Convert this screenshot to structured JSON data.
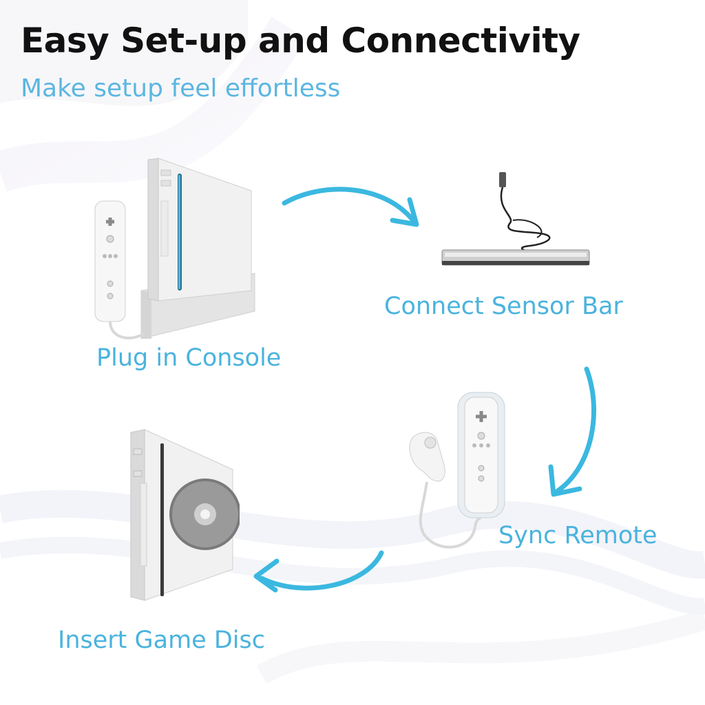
{
  "header": {
    "title": "Easy Set-up and Connectivity",
    "subtitle": "Make setup feel effortless"
  },
  "colors": {
    "accent": "#3bb8e0",
    "label": "#4ab3dd",
    "title": "#111111",
    "subtitle": "#5cb6e0"
  },
  "steps": [
    {
      "label": "Plug in Console",
      "icon": "wii-console-with-remote"
    },
    {
      "label": "Connect Sensor Bar",
      "icon": "sensor-bar"
    },
    {
      "label": "Sync Remote",
      "icon": "remote-and-nunchuk"
    },
    {
      "label": "Insert Game Disc",
      "icon": "console-with-disc"
    }
  ],
  "arrows": [
    "arrow-console-to-sensor",
    "arrow-sensor-to-remote",
    "arrow-remote-to-disc"
  ]
}
